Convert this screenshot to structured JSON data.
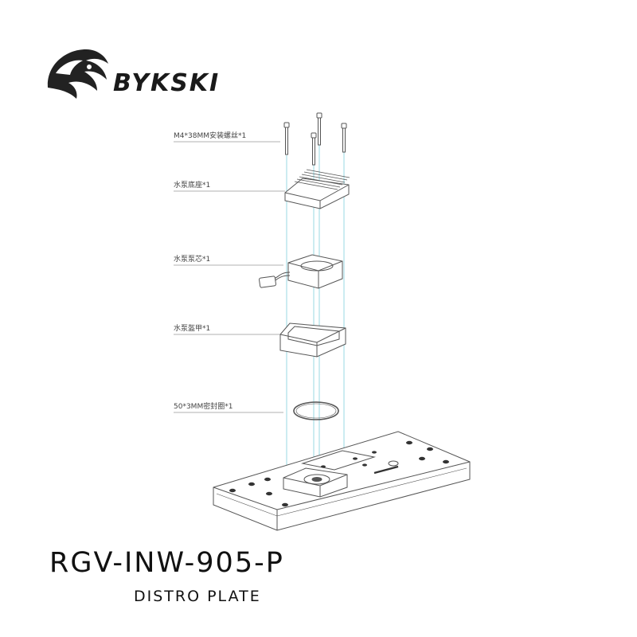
{
  "brand": {
    "name": "BYKSKI",
    "logo_icon": "dragon-logo-icon"
  },
  "parts": [
    {
      "label": "M4*38MM安装螺丝*1",
      "icon": "screw-icon"
    },
    {
      "label": "水泵底座*1",
      "icon": "pump-base-icon"
    },
    {
      "label": "水泵泵芯*1",
      "icon": "pump-core-icon"
    },
    {
      "label": "水泵盔甲*1",
      "icon": "pump-housing-icon"
    },
    {
      "label": "50*3MM密封圈*1",
      "icon": "o-ring-icon"
    }
  ],
  "product": {
    "model": "RGV-INW-905-P",
    "type": "DISTRO PLATE"
  },
  "colors": {
    "line": "#555555",
    "guide": "#7fd0dc",
    "fill": "#ffffff",
    "text": "#111111"
  }
}
